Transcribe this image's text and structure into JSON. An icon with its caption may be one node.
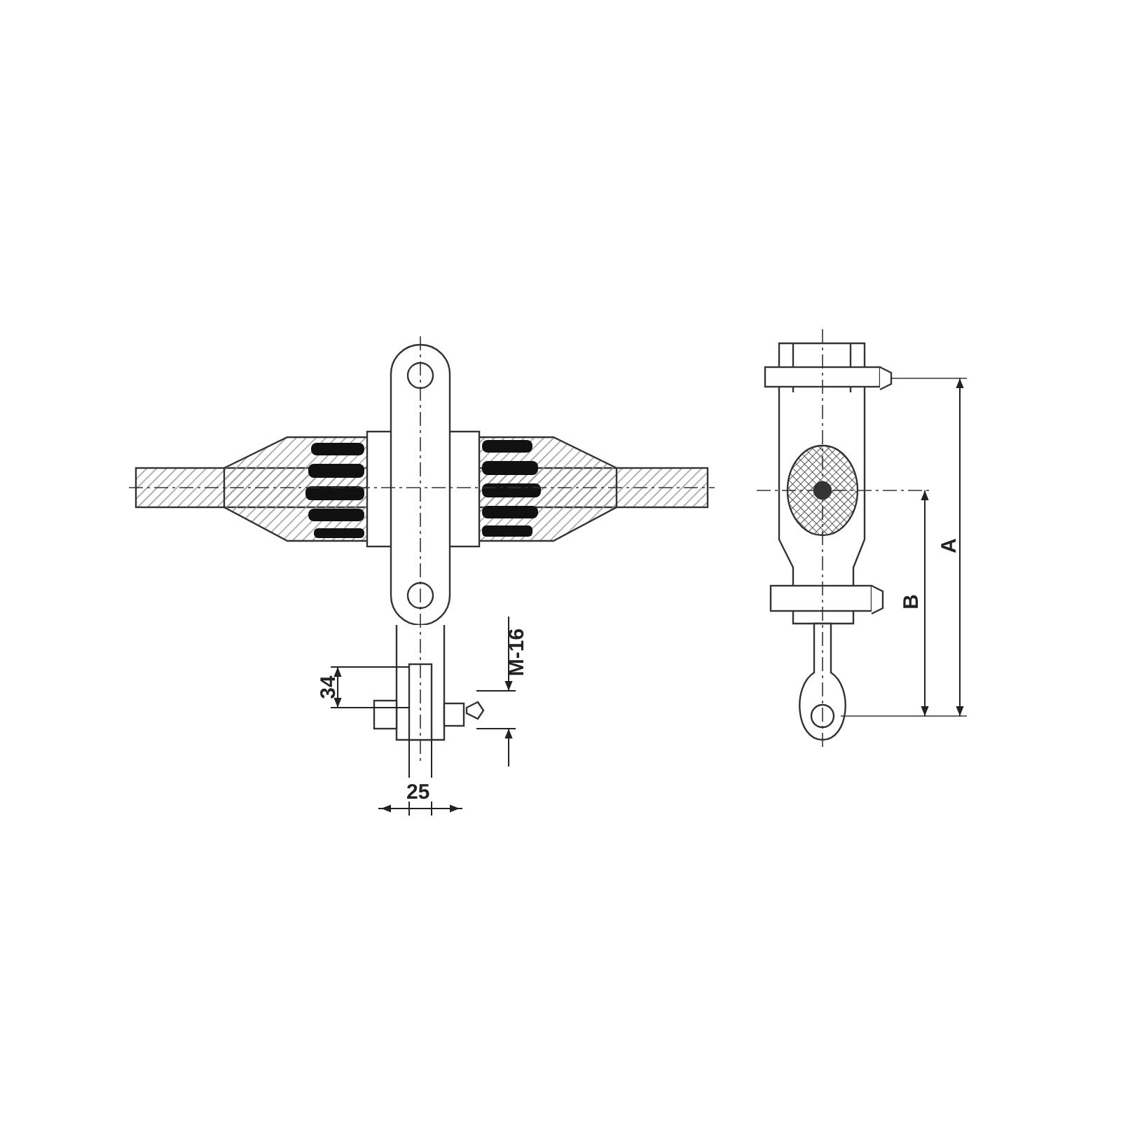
{
  "diagram": {
    "labels": [
      "M-16",
      "34",
      "25",
      "B",
      "A"
    ]
  }
}
